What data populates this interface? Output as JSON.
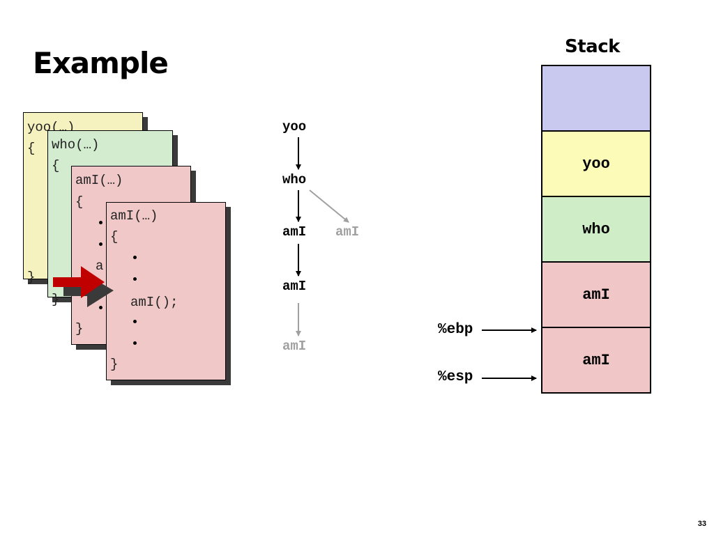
{
  "slide": {
    "title": "Example",
    "page_number": "33"
  },
  "code_cards": {
    "yoo": {
      "header": "yoo(…)",
      "open": "{",
      "close": "}",
      "color": "#f5f2bf"
    },
    "who": {
      "header": "who(…)",
      "open": "{",
      "close": "}",
      "color": "#d3ecd0"
    },
    "ami_outer": {
      "header": "amI(…)",
      "open": "{",
      "partial_call": "a",
      "close": "}",
      "color": "#f0c8c8"
    },
    "ami_inner": {
      "header": "amI(…)",
      "open": "{",
      "call": "amI();",
      "close": "}",
      "color": "#f0c8c8"
    }
  },
  "call_tree": {
    "nodes": [
      {
        "id": "yoo",
        "label": "yoo",
        "active": true
      },
      {
        "id": "who",
        "label": "who",
        "active": true
      },
      {
        "id": "ami1",
        "label": "amI",
        "active": true
      },
      {
        "id": "ami_side",
        "label": "amI",
        "active": false
      },
      {
        "id": "ami2",
        "label": "amI",
        "active": true
      },
      {
        "id": "ami3",
        "label": "amI",
        "active": false
      }
    ]
  },
  "stack": {
    "title": "Stack",
    "frames": [
      {
        "label": "",
        "color": "#c9c9f0"
      },
      {
        "label": "yoo",
        "color": "#fdfbb8"
      },
      {
        "label": "who",
        "color": "#cfeec8"
      },
      {
        "label": "amI",
        "color": "#f0c6c6"
      },
      {
        "label": "amI",
        "color": "#f0c6c6"
      }
    ],
    "registers": {
      "ebp": "%ebp",
      "esp": "%esp"
    }
  },
  "colors": {
    "pointer_arrow": "#c00000",
    "inactive": "#a0a0a0"
  }
}
